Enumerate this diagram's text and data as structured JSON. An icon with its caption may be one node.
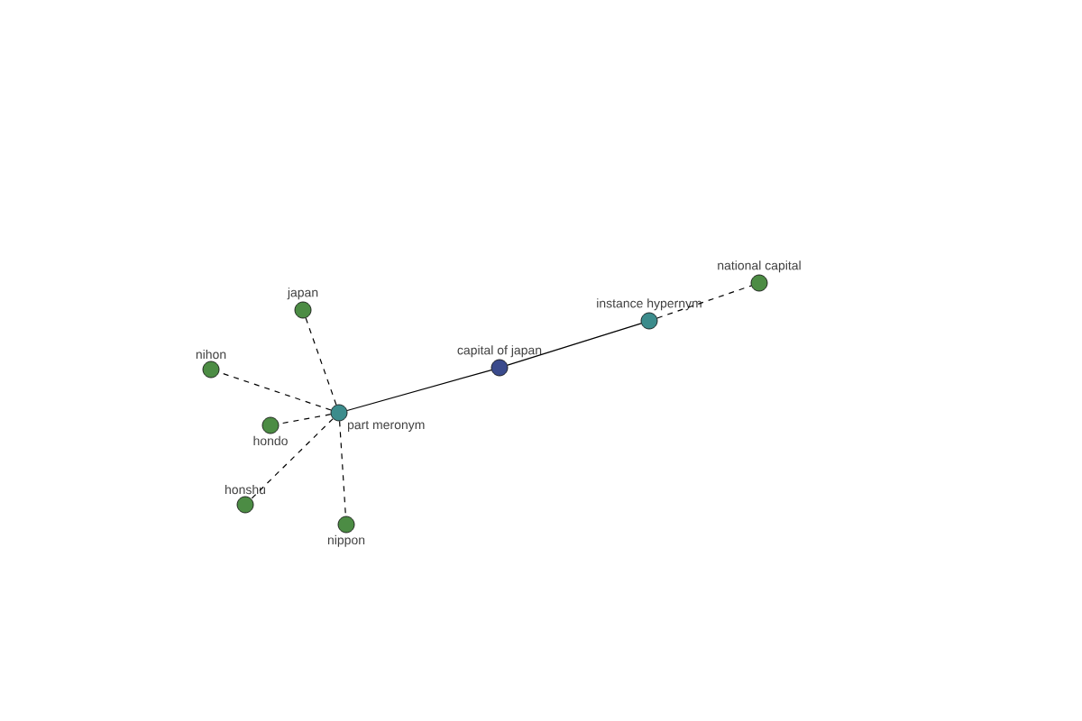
{
  "diagram": {
    "nodes": [
      {
        "text": [
          "capital of japan"
        ]
      },
      {
        "text": [
          "instance hypernym"
        ]
      },
      {
        "text": [
          "national capital"
        ]
      },
      {
        "text": [
          "part meronym"
        ]
      },
      {
        "text": [
          "japan"
        ]
      },
      {
        "text": [
          "nihon"
        ]
      },
      {
        "text": [
          "hondo"
        ]
      },
      {
        "text": [
          "honshu"
        ]
      },
      {
        "text": [
          "nippon"
        ]
      }
    ],
    "edges": [
      {
        "from": 0,
        "to": 1,
        "arrow": "none"
      },
      {
        "from": 1,
        "to": 2,
        "arrow": "none",
        "style": "dashed"
      },
      {
        "from": 0,
        "to": 3,
        "arrow": "none"
      },
      {
        "from": 3,
        "to": 4,
        "arrow": "none",
        "style": "dashed"
      },
      {
        "from": 3,
        "to": 5,
        "arrow": "none",
        "style": "dashed"
      },
      {
        "from": 3,
        "to": 6,
        "arrow": "none",
        "style": "dashed"
      },
      {
        "from": 3,
        "to": 7,
        "arrow": "none",
        "style": "dashed"
      },
      {
        "from": 3,
        "to": 8,
        "arrow": "none",
        "style": "dashed"
      }
    ]
  }
}
